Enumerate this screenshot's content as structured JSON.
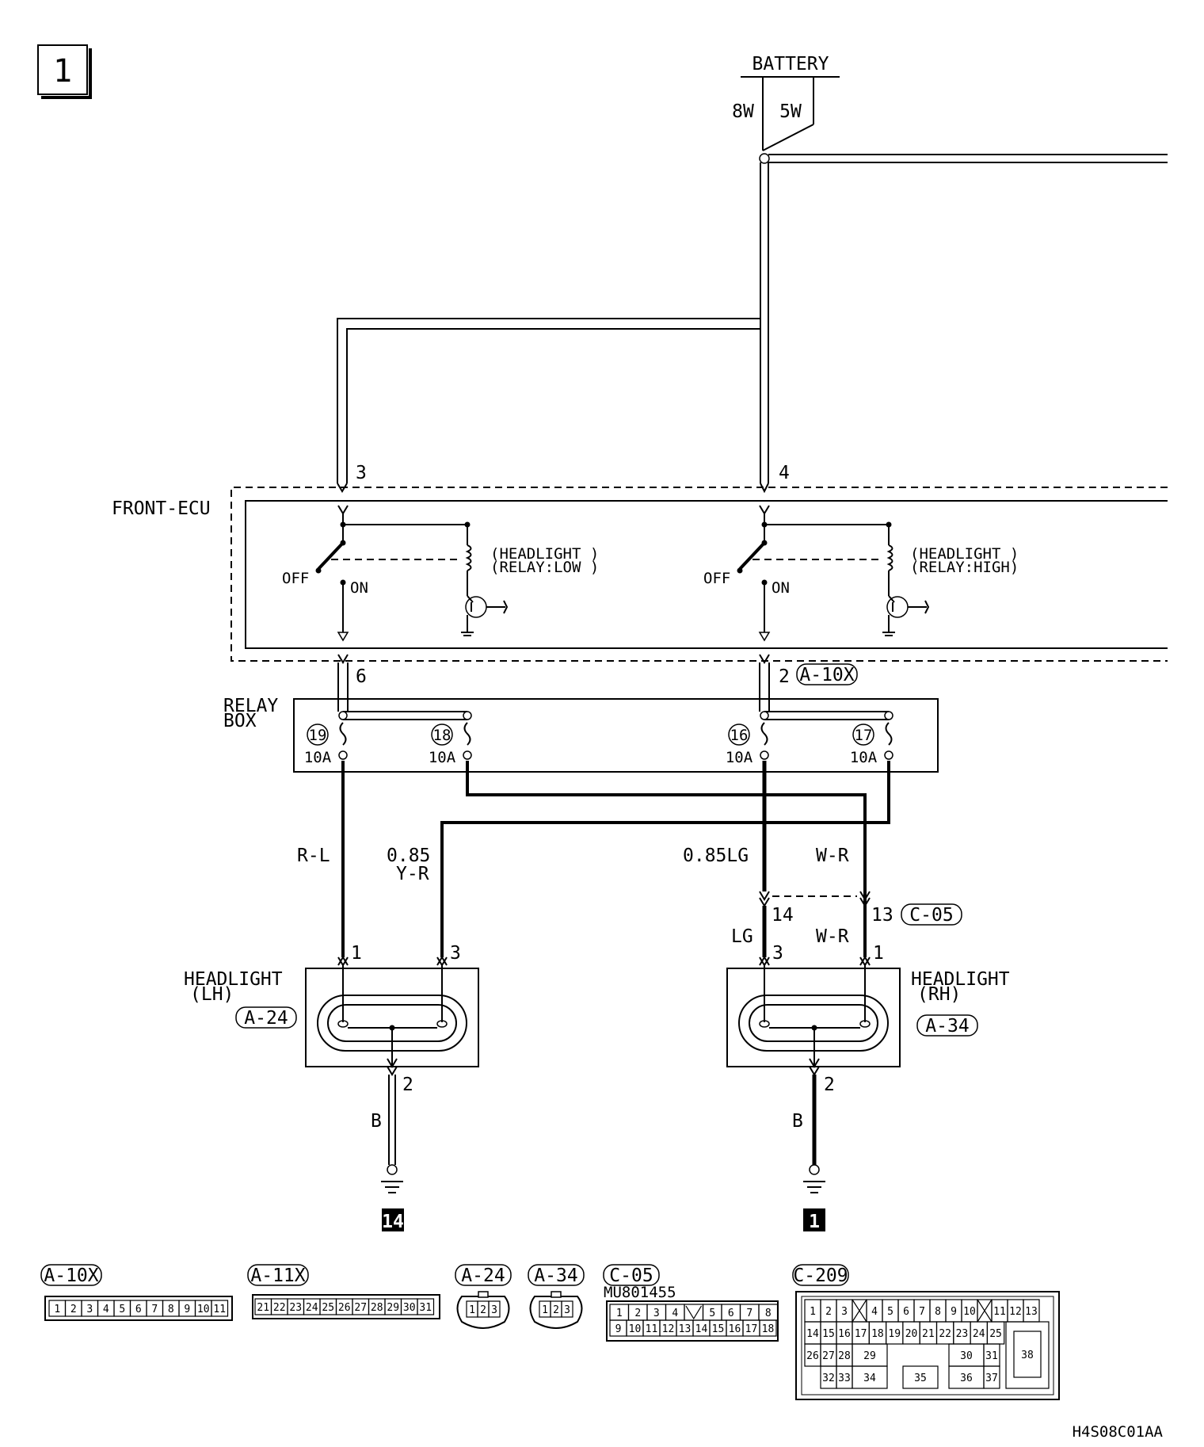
{
  "page_label": "1",
  "battery": {
    "label": "BATTERY",
    "fuse_left": "8W",
    "fuse_right": "5W"
  },
  "ecu": {
    "label": "FRONT-ECU",
    "pin_in_left": "3",
    "pin_in_right": "4",
    "pin_out_left": "6",
    "pin_out_right": "2",
    "connector": "A-10X",
    "relay_low_line1": "(HEADLIGHT )",
    "relay_low_line2": "(RELAY:LOW )",
    "relay_high_line1": "(HEADLIGHT )",
    "relay_high_line2": "(RELAY:HIGH)",
    "off": "OFF",
    "on": "ON"
  },
  "relay_box": {
    "label_line1": "RELAY",
    "label_line2": "BOX",
    "fuses": [
      {
        "num": "19",
        "amp": "10A"
      },
      {
        "num": "18",
        "amp": "10A"
      },
      {
        "num": "16",
        "amp": "10A"
      },
      {
        "num": "17",
        "amp": "10A"
      }
    ]
  },
  "wires": {
    "rl": "R-L",
    "yr_line1": "0.85",
    "yr_line2": "Y-R",
    "lg85": "0.85LG",
    "wr": "W-R",
    "lg": "LG",
    "wr2": "W-R",
    "b_left": "B",
    "b_right": "B"
  },
  "c05": {
    "pin_left": "14",
    "pin_right": "13",
    "label": "C-05"
  },
  "headlight_lh": {
    "line1": "HEADLIGHT",
    "line2": "(LH)",
    "connector": "A-24",
    "pin1": "1",
    "pin3": "3",
    "pin2": "2"
  },
  "headlight_rh": {
    "line1": "HEADLIGHT",
    "line2": "(RH)",
    "connector": "A-34",
    "pin1": "1",
    "pin3": "3",
    "pin2": "2"
  },
  "grounds": {
    "left": "14",
    "right": "1"
  },
  "connectors": {
    "a10x": {
      "label": "A-10X",
      "pins": [
        "1",
        "2",
        "3",
        "4",
        "5",
        "6",
        "7",
        "8",
        "9",
        "10",
        "11"
      ]
    },
    "a11x": {
      "label": "A-11X",
      "pins": [
        "21",
        "22",
        "23",
        "24",
        "25",
        "26",
        "27",
        "28",
        "29",
        "30",
        "31"
      ]
    },
    "a24": {
      "label": "A-24",
      "pins": [
        "1",
        "2",
        "3"
      ]
    },
    "a34": {
      "label": "A-34",
      "pins": [
        "1",
        "2",
        "3"
      ]
    },
    "c05": {
      "label": "C-05",
      "part": "MU801455",
      "row1": [
        "1",
        "2",
        "3",
        "4",
        "",
        "5",
        "6",
        "7",
        "8"
      ],
      "row2": [
        "9",
        "10",
        "11",
        "12",
        "13",
        "14",
        "15",
        "16",
        "17",
        "18"
      ]
    },
    "c209": {
      "label": "C-209",
      "row1": [
        "1",
        "2",
        "3",
        "",
        "4",
        "5",
        "6",
        "7",
        "8",
        "9",
        "10",
        "",
        "11",
        "12",
        "13"
      ],
      "row2": [
        "14",
        "15",
        "16",
        "17",
        "18",
        "19",
        "20",
        "21",
        "22",
        "23",
        "24",
        "25"
      ],
      "row3": [
        "26",
        "27",
        "28",
        "29",
        "30",
        "31",
        "38"
      ],
      "row4": [
        "32",
        "33",
        "34",
        "35",
        "36",
        "37"
      ]
    }
  },
  "figure_code": "H4S08C01AA"
}
